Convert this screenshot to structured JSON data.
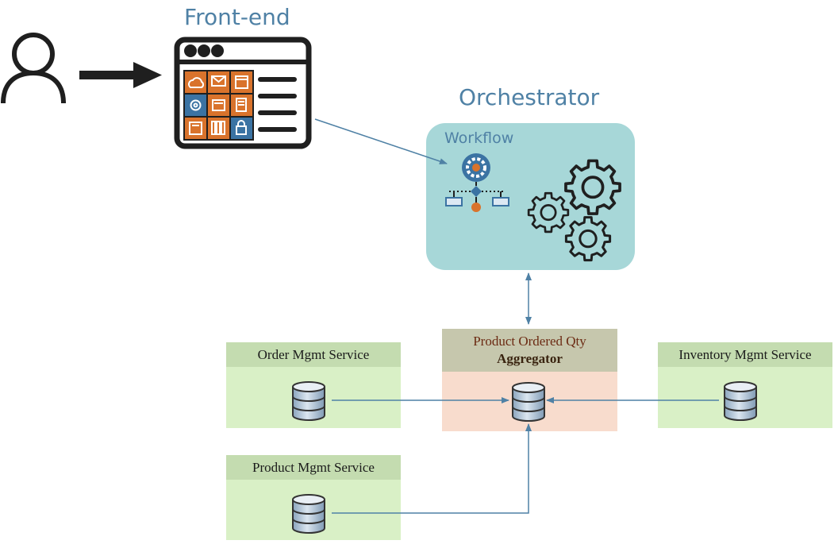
{
  "labels": {
    "frontend": "Front-end",
    "orchestrator": "Orchestrator",
    "workflow": "Workflow"
  },
  "services": {
    "order": "Order Mgmt Service",
    "inventory": "Inventory Mgmt Service",
    "product": "Product Mgmt Service"
  },
  "aggregator": {
    "line1": "Product Ordered Qty",
    "line2": "Aggregator"
  },
  "icons": [
    "user-icon",
    "arrow-right-icon",
    "browser-window-icon",
    "workflow-icon",
    "gears-icon",
    "database-icon"
  ],
  "colors": {
    "title": "#4f81a5",
    "orchestrator_fill": "#a7d7d8",
    "service_fill": "#d9f0c6",
    "service_header": "#c4dcb0",
    "aggregator_fill": "#f8dccd",
    "aggregator_header": "#c6c7ad",
    "connector": "#4f81a5",
    "tile_orange": "#d9732c",
    "tile_blue": "#3b73a3"
  }
}
